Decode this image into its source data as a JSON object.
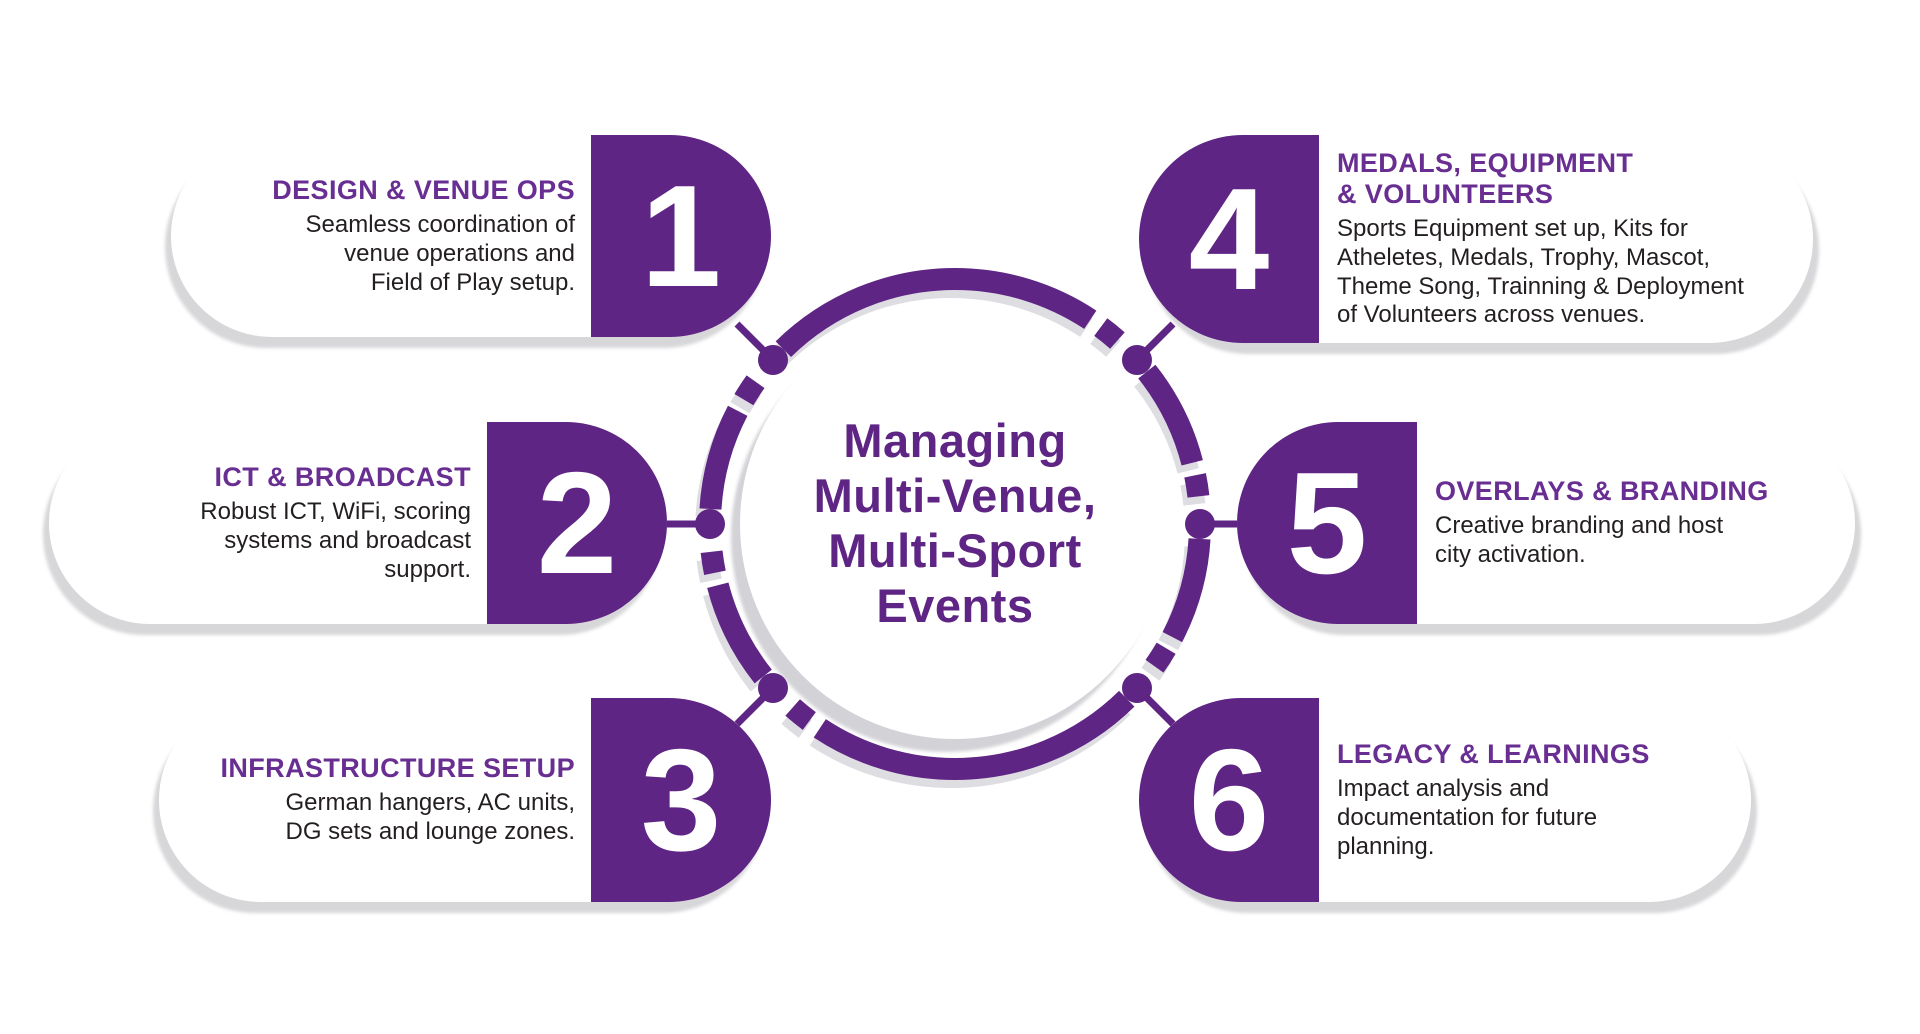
{
  "colors": {
    "primary_purple": "#5e2584",
    "title_purple": "#692e92",
    "text_dark": "#231f20",
    "card_white": "#ffffff",
    "shadow_gray": "#c9c9ce"
  },
  "center": {
    "title": "Managing\nMulti-Venue,\nMulti-Sport\nEvents"
  },
  "cards": [
    {
      "number": "1",
      "title": "DESIGN & VENUE OPS",
      "description": "Seamless coordination of\nvenue operations and\nField of Play setup.",
      "side": "left"
    },
    {
      "number": "2",
      "title": "ICT & BROADCAST",
      "description": "Robust ICT, WiFi, scoring\nsystems and broadcast\nsupport.",
      "side": "left"
    },
    {
      "number": "3",
      "title": "INFRASTRUCTURE SETUP",
      "description": "German hangers, AC units,\nDG sets and lounge zones.",
      "side": "left"
    },
    {
      "number": "4",
      "title": "MEDALS, EQUIPMENT\n& VOLUNTEERS",
      "description": "Sports Equipment set up, Kits for\nAtheletes, Medals, Trophy, Mascot,\nTheme Song, Trainning & Deployment\nof Volunteers across venues.",
      "side": "right"
    },
    {
      "number": "5",
      "title": "OVERLAYS & BRANDING",
      "description": "Creative branding and host\ncity activation.",
      "side": "right"
    },
    {
      "number": "6",
      "title": "LEGACY & LEARNINGS",
      "description": "Impact analysis and\ndocumentation for future\nplanning.",
      "side": "right"
    }
  ]
}
